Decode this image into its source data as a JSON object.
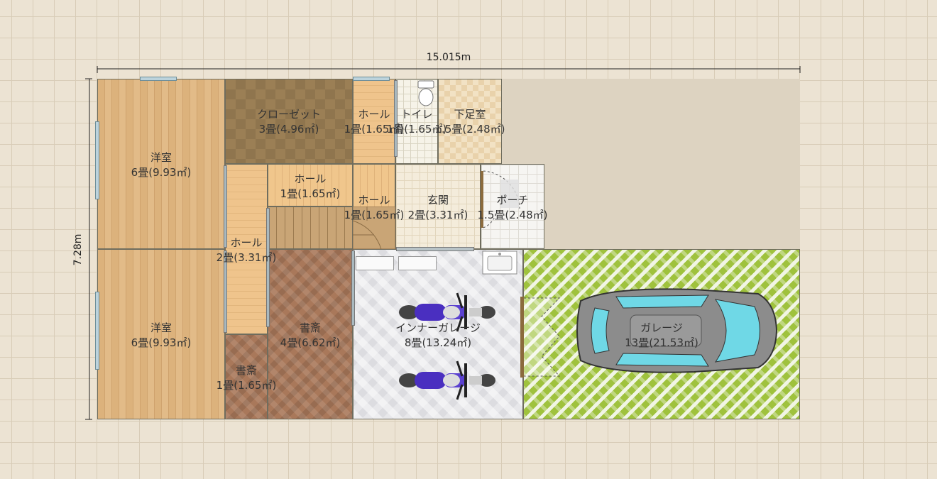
{
  "dimensions": {
    "width_label": "15.015m",
    "height_label": "7.28m"
  },
  "rooms": [
    {
      "id": "western1",
      "name": "洋室",
      "size": "6畳(9.93㎡)"
    },
    {
      "id": "closet",
      "name": "クローゼット",
      "size": "3畳(4.96㎡)"
    },
    {
      "id": "hall_top",
      "name": "ホール",
      "size": "1畳(1.65㎡)"
    },
    {
      "id": "toilet",
      "name": "トイレ",
      "size": "1畳(1.65㎡)"
    },
    {
      "id": "shoe_room",
      "name": "下足室",
      "size": "1.5畳(2.48㎡)"
    },
    {
      "id": "hall_mid",
      "name": "ホール",
      "size": "1畳(1.65㎡)"
    },
    {
      "id": "hall_stair",
      "name": "ホール",
      "size": "1畳(1.65㎡)"
    },
    {
      "id": "entrance",
      "name": "玄関",
      "size": "2畳(3.31㎡)"
    },
    {
      "id": "porch",
      "name": "ポーチ",
      "size": "1.5畳(2.48㎡)"
    },
    {
      "id": "hall_left",
      "name": "ホール",
      "size": "2畳(3.31㎡)"
    },
    {
      "id": "western2",
      "name": "洋室",
      "size": "6畳(9.93㎡)"
    },
    {
      "id": "study_large",
      "name": "書斎",
      "size": "4畳(6.62㎡)"
    },
    {
      "id": "study_small",
      "name": "書斎",
      "size": "1畳(1.65㎡)"
    },
    {
      "id": "inner_garage",
      "name": "インナーガレージ",
      "size": "8畳(13.24㎡)"
    },
    {
      "id": "garage",
      "name": "ガレージ",
      "size": "13畳(21.53㎡)"
    }
  ],
  "colors": {
    "wall": "#6f6d5e",
    "garage_grass": "#9fc23d",
    "motorcycle": "#4a2fc0",
    "car_glass": "#6fd8e6",
    "car_body": "#8c8c8c"
  },
  "icons": [
    "toilet-icon",
    "sink-icon",
    "motorcycle-icon",
    "car-icon",
    "stairs-icon",
    "door-swing-icon"
  ]
}
